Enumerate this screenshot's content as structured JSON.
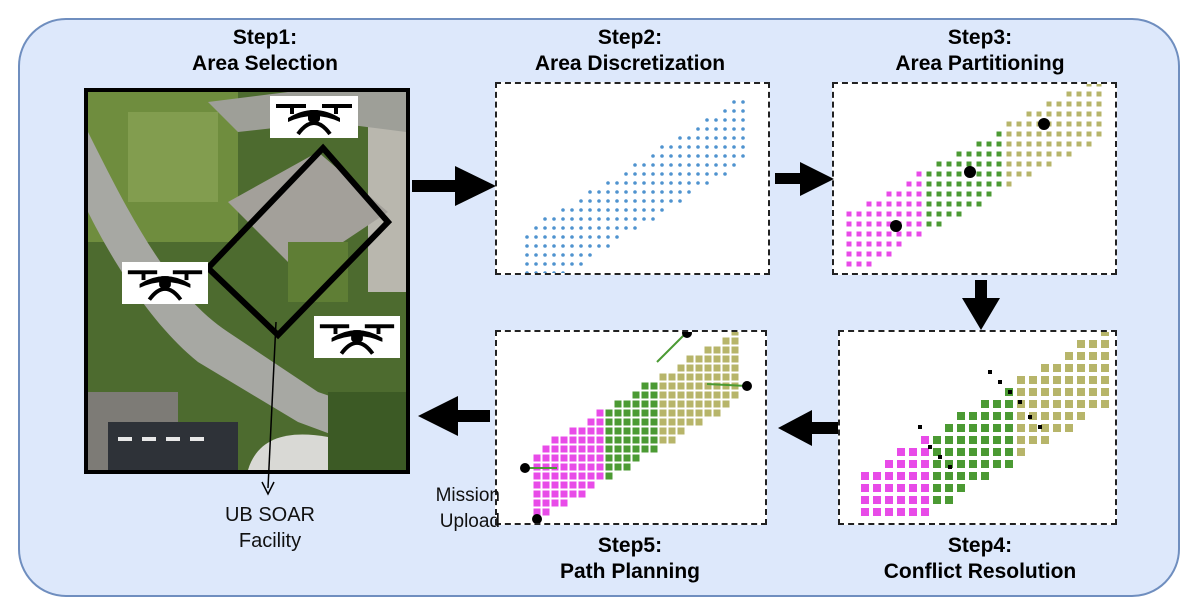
{
  "steps": {
    "step1": {
      "label": "Step1:",
      "name": "Area Selection"
    },
    "step2": {
      "label": "Step2:",
      "name": "Area Discretization"
    },
    "step3": {
      "label": "Step3:",
      "name": "Area Partitioning"
    },
    "step4": {
      "label": "Step4:",
      "name": "Conflict Resolution"
    },
    "step5": {
      "label": "Step5:",
      "name": "Path Planning"
    }
  },
  "facility": {
    "line1": "UB SOAR",
    "line2": "Facility"
  },
  "mission": {
    "line1": "Mission",
    "line2": "Upload"
  },
  "colors": {
    "panel_bg": "#dde8fb",
    "panel_border": "#6f8ebf",
    "grid_blue": "#4f93cf",
    "region_magenta": "#e84be8",
    "region_green": "#4b9a33",
    "region_khaki": "#b7b56a",
    "path_line": "#4b9a33"
  },
  "icons": [
    "drone-icon",
    "arrow-right-icon",
    "arrow-down-icon",
    "arrow-left-icon",
    "arrow-down-thin-icon"
  ]
}
